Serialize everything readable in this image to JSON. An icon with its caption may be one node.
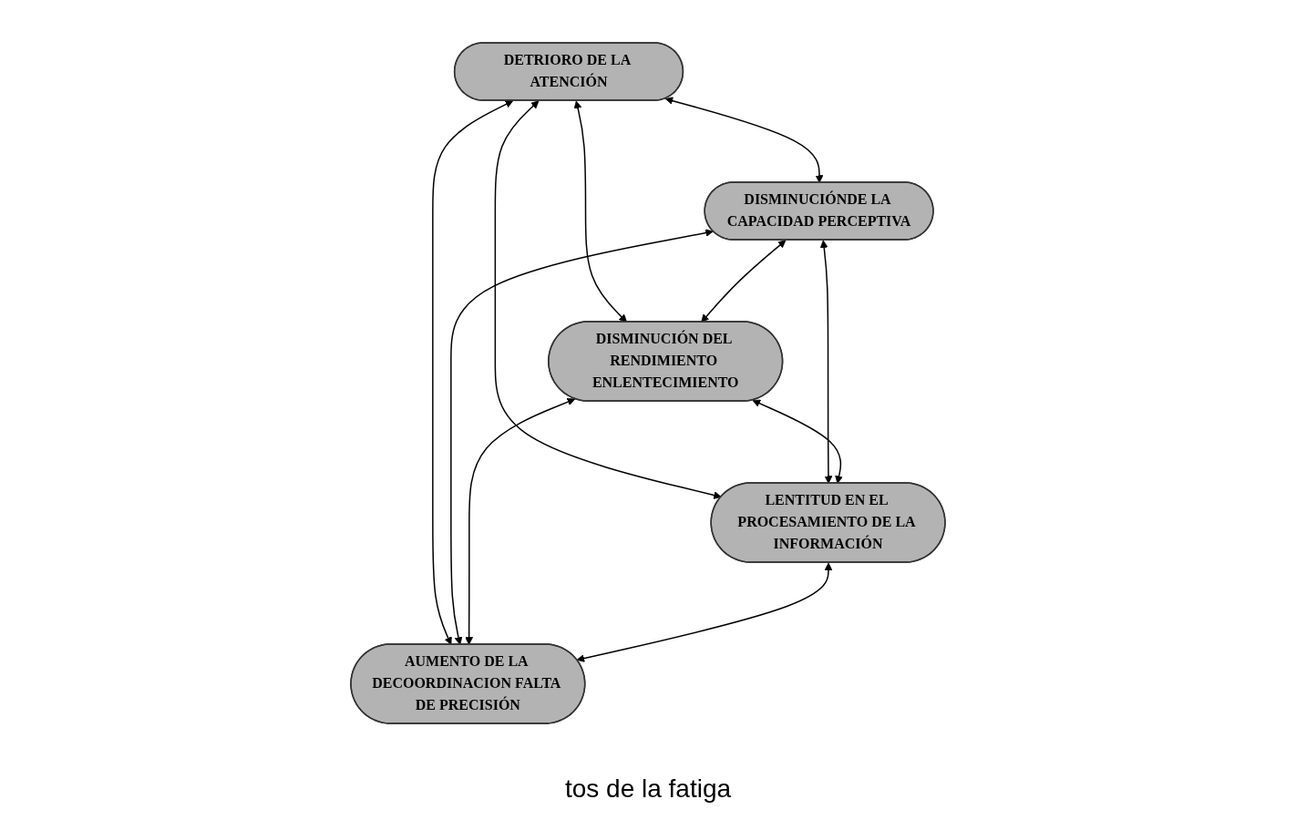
{
  "diagram": {
    "caption": "tos de la fatiga",
    "nodes": [
      {
        "text": [
          "DETRIORO DE LA ATENCIÓN"
        ]
      },
      {
        "text": [
          "DISMINUCIÓNDE LA CAPACIDAD PERCEPTIVA"
        ]
      },
      {
        "text": [
          "DISMINUCIÓN DEL RENDIMIENTO ENLENTECIMIENTO"
        ]
      },
      {
        "text": [
          "LENTITUD EN EL PROCESAMIENTO DE LA INFORMACIÓN"
        ]
      },
      {
        "text": [
          "AUMENTO DE LA DECOORDINACION FALTA DE PRECISIÓN"
        ]
      }
    ],
    "edges": [
      {
        "from": 0,
        "to": 1,
        "arrow": "both"
      },
      {
        "from": 0,
        "to": 2,
        "arrow": "both"
      },
      {
        "from": 1,
        "to": 2,
        "arrow": "both"
      },
      {
        "from": 0,
        "to": 3,
        "arrow": "both"
      },
      {
        "from": 0,
        "to": 4,
        "arrow": "both"
      },
      {
        "from": 1,
        "to": 3,
        "arrow": "both"
      },
      {
        "from": 1,
        "to": 4,
        "arrow": "both"
      },
      {
        "from": 2,
        "to": 3,
        "arrow": "both"
      },
      {
        "from": 2,
        "to": 4,
        "arrow": "both"
      },
      {
        "from": 3,
        "to": 4,
        "arrow": "both"
      }
    ]
  }
}
